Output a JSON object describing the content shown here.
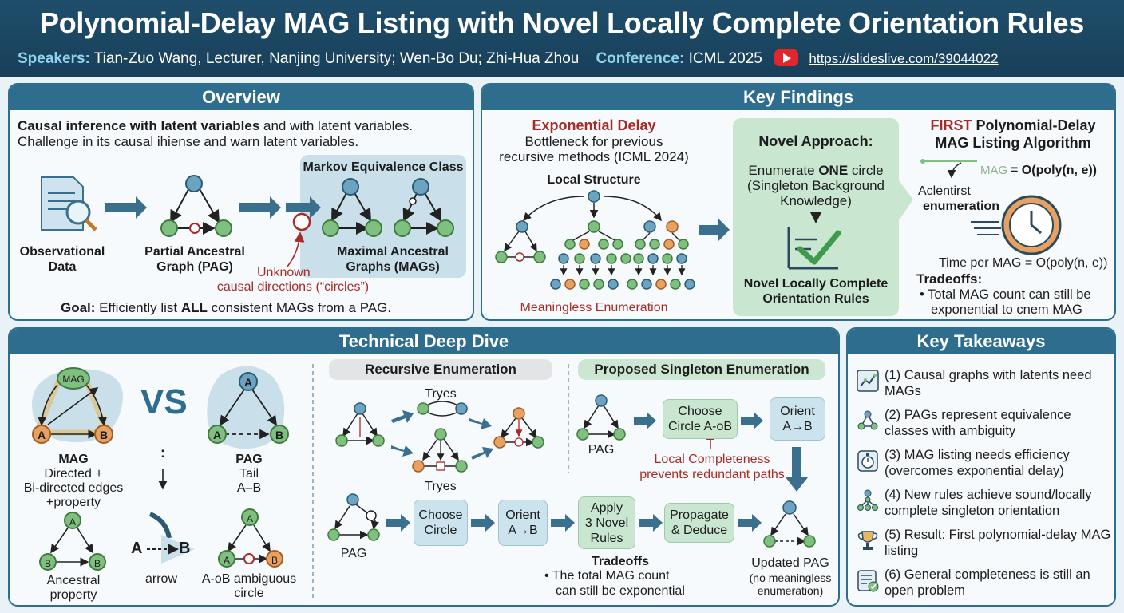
{
  "header": {
    "title": "Polynomial-Delay MAG Listing with Novel Locally Complete Orientation Rules",
    "speakers_label": "Speakers:",
    "speakers": "Tian-Zuo Wang, Lecturer, Nanjing University; Wen-Bo Du; Zhi-Hua Zhou",
    "conference_label": "Conference:",
    "conference": "ICML 2025",
    "video_icon": "youtube-icon",
    "url": "https://slideslive.com/39044022"
  },
  "overview": {
    "title": "Overview",
    "intro_bold": "Causal inference with latent variables",
    "intro_rest": " and with latent variables.",
    "intro_line2": "Challenge in its causal ihiense and warn latent variables.",
    "obs_data": "Observational Data",
    "pag": "Partial Ancestral Graph (PAG)",
    "mec": "Markov Equivalence Class",
    "mags": "Maximal Ancestral Graphs (MAGs)",
    "unknown_1": "Unknown",
    "unknown_2": "causal directions (“circles”)",
    "goal_label": "Goal:",
    "goal_pre": " Efficiently list ",
    "goal_all": "ALL",
    "goal_post": " consistent MAGs from a PAG."
  },
  "findings": {
    "title": "Key Findings",
    "exp_delay": "Exponential Delay",
    "bottleneck_1": "Bottleneck for previous",
    "bottleneck_2": "recursive methods (ICML 2024)",
    "local_structure": "Local Structure",
    "meaningless": "Meaningless Enumeration",
    "novel_title": "Novel Approach:",
    "enum_pre": "Enumerate ",
    "enum_one": "ONE",
    "enum_post": " circle",
    "enum_2": "(Singleton Background",
    "enum_3": "Knowledge)",
    "rules_1": "Novel Locally Complete",
    "rules_2": "Orientation Rules",
    "first": "FIRST",
    "first_rest": " Polynomial-Delay",
    "algo": "MAG Listing Algorithm",
    "mag_eq": "MAG",
    "complexity": "= O(poly(n, e))",
    "aclent_1": "Aclentirst",
    "aclent_2": "enumeration",
    "time_per": "Time per MAG = O(poly(n, e))",
    "tradeoffs": "Tradeoffs:",
    "trade_1": "Total MAG count can still be",
    "trade_2": "exponential to cnem MAG"
  },
  "deep": {
    "title": "Technical Deep Dive",
    "mag_node": "MAG",
    "node_a": "A",
    "node_b": "B",
    "vs": "VS",
    "mag_label": "MAG",
    "mag_desc_1": "Directed +",
    "mag_desc_2": "Bi-directed edges",
    "mag_desc_3": "+property",
    "colon": ":",
    "pag_label": "PAG",
    "pag_desc_1": "Tail",
    "pag_desc_2": "A–B",
    "ancestral_1": "Ancestral",
    "ancestral_2": "property",
    "arrow_a": "A",
    "arrow_b": "B",
    "arrow_label": "arrow",
    "circle_1": "A-oB ambiguous",
    "circle_2": "circle",
    "recursive": "Recursive Enumeration",
    "singleton": "Proposed Singleton Enumeration",
    "tryes_1": "Tryes",
    "tryes_2": "Tryes",
    "pag_small": "PAG",
    "choose_circle_ab_1": "Choose",
    "choose_circle_ab_2": "Circle A-oB",
    "orient_1": "Orient",
    "orient_2": "A→B",
    "local_1": "Local Completeness",
    "local_2": "prevents redundant paths",
    "pag_bottom": "PAG",
    "choose_1": "Choose",
    "choose_2": "Circle",
    "orient_b1": "Orient",
    "orient_b2": "A→B",
    "apply_1": "Apply",
    "apply_2": "3 Novel",
    "apply_3": "Rules",
    "prop_1": "Propagate",
    "prop_2": "& Deduce",
    "tradeoffs": "Tradeoffs",
    "trade_1": "The total MAG count",
    "trade_2": "can still be exponential",
    "updated": "Updated PAG",
    "updated_2": "(no meaningless",
    "updated_3": "enumeration)"
  },
  "takeaways": {
    "title": "Key Takeaways",
    "items": [
      {
        "icon": "chart-icon",
        "text": "(1) Causal graphs with latents need MAGs"
      },
      {
        "icon": "graph-icon",
        "text": "(2) PAGs represent equivalence classes with ambiguity"
      },
      {
        "icon": "stopwatch-icon",
        "text": "(3) MAG listing needs efficiency (overcomes exponential delay)"
      },
      {
        "icon": "network-icon",
        "text": "(4) New rules achieve sound/locally complete singleton orientation"
      },
      {
        "icon": "trophy-icon",
        "text": "(5) Result: First polynomial-delay MAG listing"
      },
      {
        "icon": "checklist-icon",
        "text": "(6) General completeness is still an open problem"
      }
    ]
  },
  "colors": {
    "header": "#1f4e6b",
    "panel_title": "#2e6d8e",
    "node_blue": "#6ba3c0",
    "node_green": "#7fbf7f",
    "node_orange": "#e8a160",
    "accent_red": "#a72b26"
  }
}
